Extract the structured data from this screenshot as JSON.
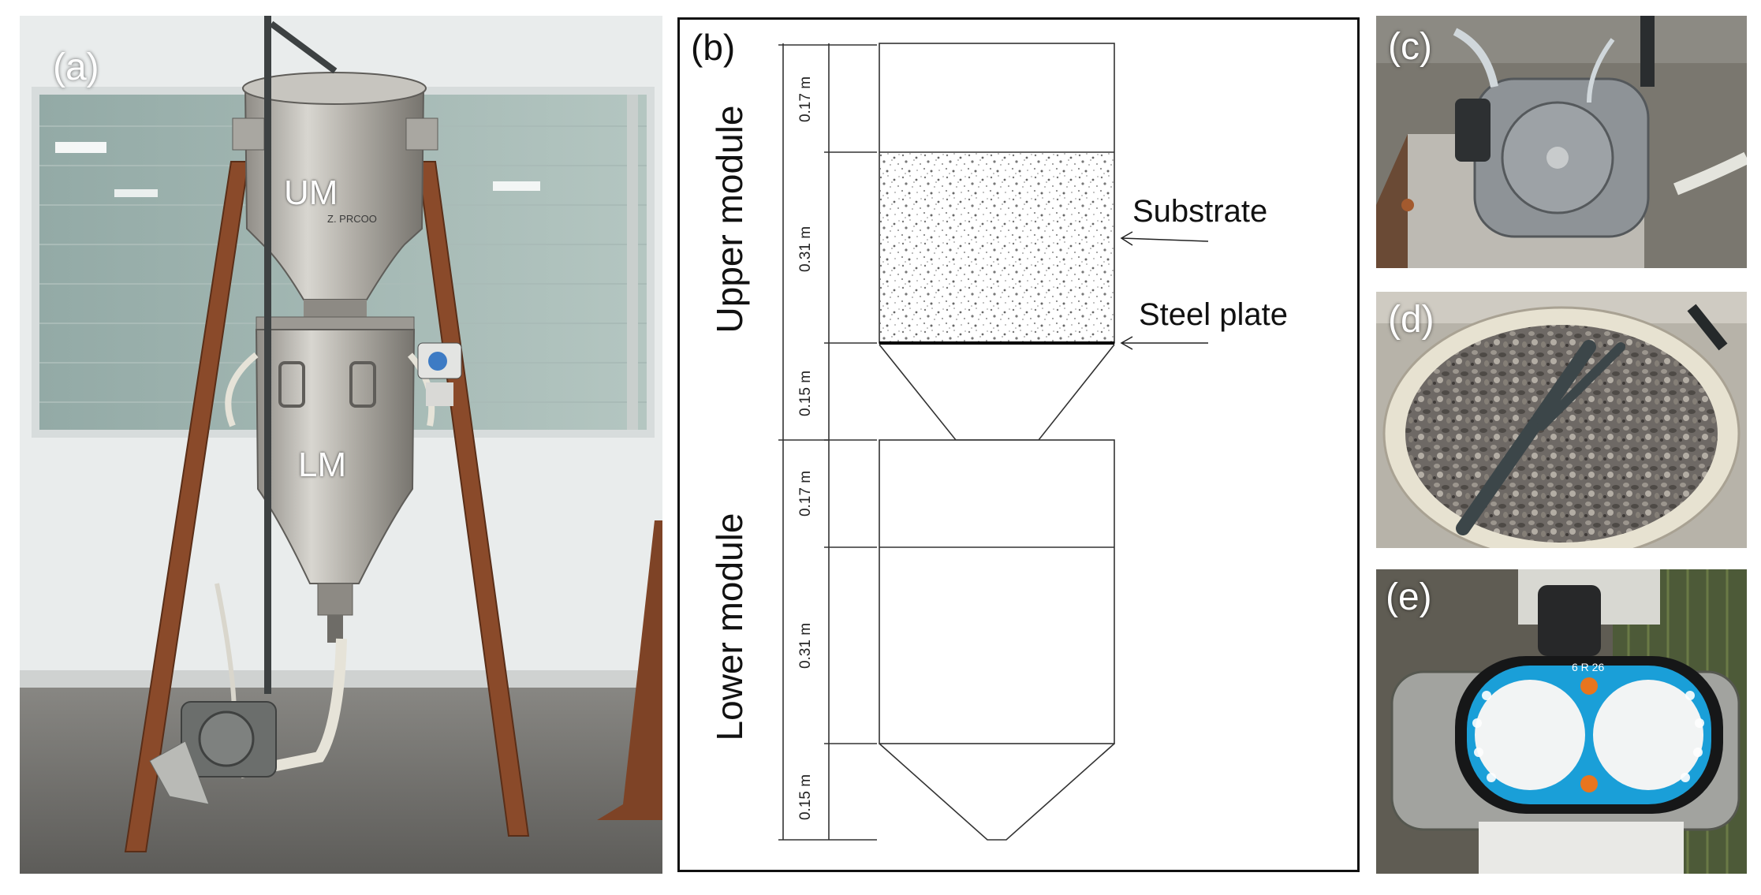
{
  "panels": {
    "a": {
      "label": "(a)",
      "tag_upper": "UM",
      "tag_lower": "LM",
      "tank_print": "Z. PRCOO"
    },
    "b": {
      "label": "(b)",
      "upper_module_label": "Upper module",
      "lower_module_label": "Lower module",
      "dimensions": [
        "0.17 m",
        "0.31 m",
        "0.15 m",
        "0.17 m",
        "0.31 m",
        "0.15 m"
      ],
      "callouts": {
        "substrate": "Substrate",
        "steel_plate": "Steel plate"
      }
    },
    "c": {
      "label": "(c)"
    },
    "d": {
      "label": "(d)"
    },
    "e": {
      "label": "(e)",
      "timer_print": "6 R 26"
    }
  },
  "colors": {
    "steel": "#b7b4ad",
    "wood": "#8a4a2a",
    "wall": "#eef0f0",
    "floor": "#6e6d6a",
    "window": "#9fb6b0",
    "timer_blue": "#1a9fd8",
    "timer_orange": "#e8751e"
  }
}
